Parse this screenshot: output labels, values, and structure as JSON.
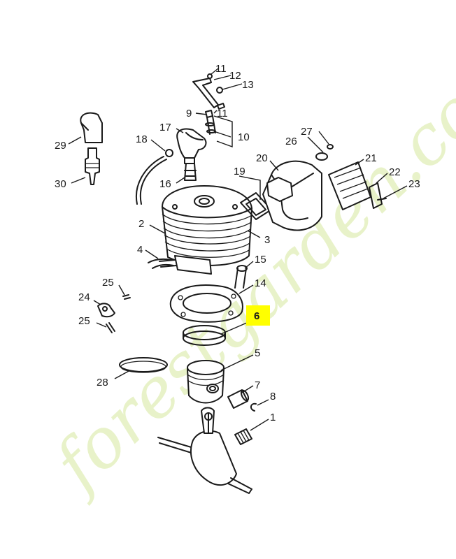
{
  "watermark": {
    "text": "forestgarden.com",
    "color": "#d6e89c",
    "accent": "#f3b777"
  },
  "highlight": {
    "label": "6",
    "color": "#ffff00"
  },
  "labels": {
    "l1": "1",
    "l2": "2",
    "l3": "3",
    "l4": "4",
    "l5": "5",
    "l7": "7",
    "l8": "8",
    "l9": "9",
    "l10": "10",
    "l11a": "11",
    "l11b": "11",
    "l12": "12",
    "l13": "13",
    "l14": "14",
    "l15": "15",
    "l16": "16",
    "l17": "17",
    "l18": "18",
    "l19": "19",
    "l20": "20",
    "l21": "21",
    "l22": "22",
    "l23": "23",
    "l24": "24",
    "l25a": "25",
    "l25b": "25",
    "l26": "26",
    "l27": "27",
    "l28": "28",
    "l29": "29",
    "l30": "30"
  }
}
